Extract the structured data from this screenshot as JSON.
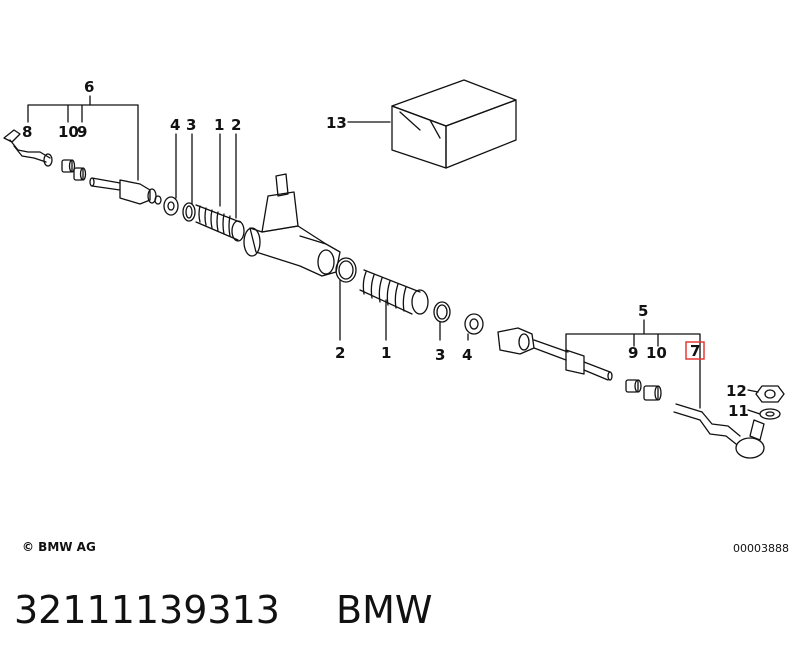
{
  "diagram": {
    "callouts": {
      "c6": "6",
      "c8": "8",
      "c10a": "10",
      "c9a": "9",
      "c4a": "4",
      "c3a": "3",
      "c1a": "1",
      "c2a": "2",
      "c13": "13",
      "c2b": "2",
      "c1b": "1",
      "c3b": "3",
      "c4b": "4",
      "c5": "5",
      "c9b": "9",
      "c10b": "10",
      "c7": "7",
      "c12": "12",
      "c11": "11"
    },
    "highlight_color": "#e53935"
  },
  "copyright": "© BMW AG",
  "reference_code": "00003888",
  "part_number": "32111139313",
  "brand": "BMW"
}
